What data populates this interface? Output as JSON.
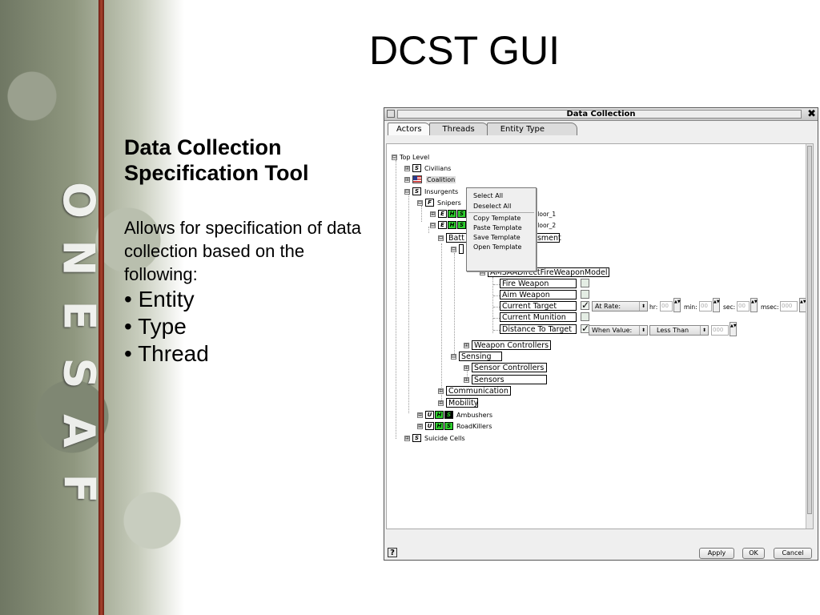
{
  "slide": {
    "title": "DCST GUI",
    "subtitle": "Data Collection Specification Tool",
    "description": "Allows for specification of data collection based on the following:",
    "bullets": [
      "• Entity",
      "• Type",
      "• Thread"
    ],
    "vertical_logo": [
      "O",
      "N",
      "E",
      "S",
      "A",
      "F"
    ]
  },
  "window": {
    "title": "Data Collection",
    "close_glyph": "✖",
    "tabs": [
      "Actors",
      "Threads",
      "Entity Type"
    ],
    "help_glyph": "?",
    "buttons": {
      "apply": "Apply",
      "ok": "OK",
      "cancel": "Cancel"
    }
  },
  "tree": {
    "expand_glyph": "⊞",
    "collapse_glyph": "⊟",
    "top_level": "Top Level",
    "civilians": "Civilians",
    "coalition": "Coalition",
    "insurgents": "Insurgents",
    "snipers": "Snipers",
    "floor_1": "Floor_1",
    "floor_2": "Floor_2",
    "battle_partial": "Batt",
    "assessment_partial": "ssment",
    "direct_fire_model": "AMSAADirectFireWeaponModel",
    "fire_weapon": "Fire Weapon",
    "aim_weapon": "Aim Weapon",
    "current_target": "Current Target",
    "current_munition": "Current Munition",
    "distance_to_target": "Distance To Target",
    "weapon_controllers": "Weapon Controllers",
    "sensing": "Sensing",
    "sensor_controllers": "Sensor Controllers",
    "sensors": "Sensors",
    "communication": "Communication",
    "mobility": "Mobility",
    "ambushers": "Ambushers",
    "roadkillers": "RoadKillers",
    "suicide_cells": "Suicide Cells",
    "badges": {
      "s": "S",
      "f": "F",
      "e": "E",
      "h": "H",
      "u": "U"
    }
  },
  "rate_controls": {
    "at_rate": "At Rate:",
    "hr": "hr:",
    "min": "min:",
    "sec": "sec:",
    "msec": "msec:",
    "hr_val": "00",
    "min_val": "00",
    "sec_val": "00",
    "msec_val": "000",
    "when_value": "When Value:",
    "less_than": "Less Than",
    "threshold_val": "000",
    "dropdown_glyph": "⬍",
    "spinner_glyph": "▲▼"
  },
  "context_menu": {
    "select_all": "Select All",
    "deselect_all": "Deselect All",
    "copy_template": "Copy Template",
    "paste_template": "Paste Template",
    "save_template": "Save Template",
    "open_template": "Open Template"
  },
  "check_glyph": "✓"
}
